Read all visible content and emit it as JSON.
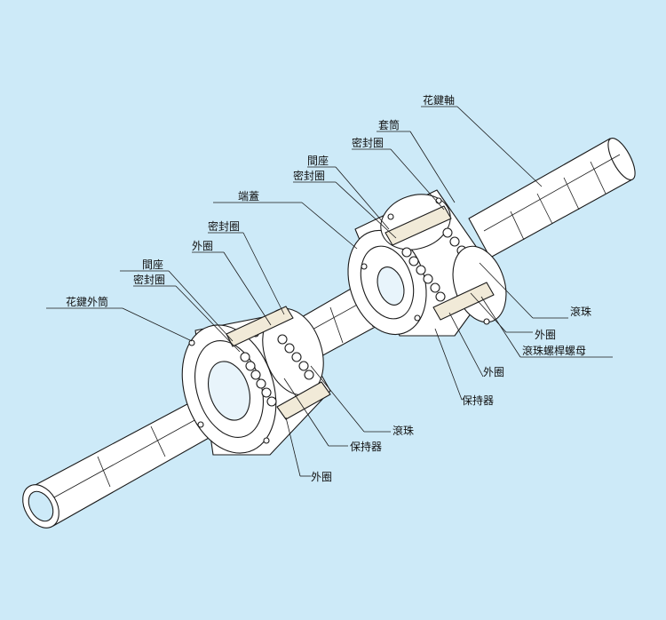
{
  "labels": {
    "spline_shaft": "花鍵軸",
    "sleeve": "套筒",
    "seal_top": "密封圈",
    "spacer_mid": "間座",
    "seal_mid": "密封圈",
    "end_cap": "端蓋",
    "seal_left": "密封圈",
    "outer_ring_left": "外圈",
    "spacer_left": "間座",
    "seal_left2": "密封圈",
    "spline_outer_sleeve": "花鍵外筒",
    "ball_right": "滾珠",
    "outer_ring_right": "外圈",
    "ball_screw_nut": "滾珠螺桿螺母",
    "outer_ring_right2": "外圈",
    "retainer_right": "保持器",
    "ball_left": "滾珠",
    "retainer_left": "保持器",
    "outer_ring_bottom": "外圈"
  },
  "colors": {
    "background": "#cdeaf8",
    "part_fill": "#ffffff",
    "line": "#1a1a1a",
    "cut_face": "#f1ead8"
  }
}
